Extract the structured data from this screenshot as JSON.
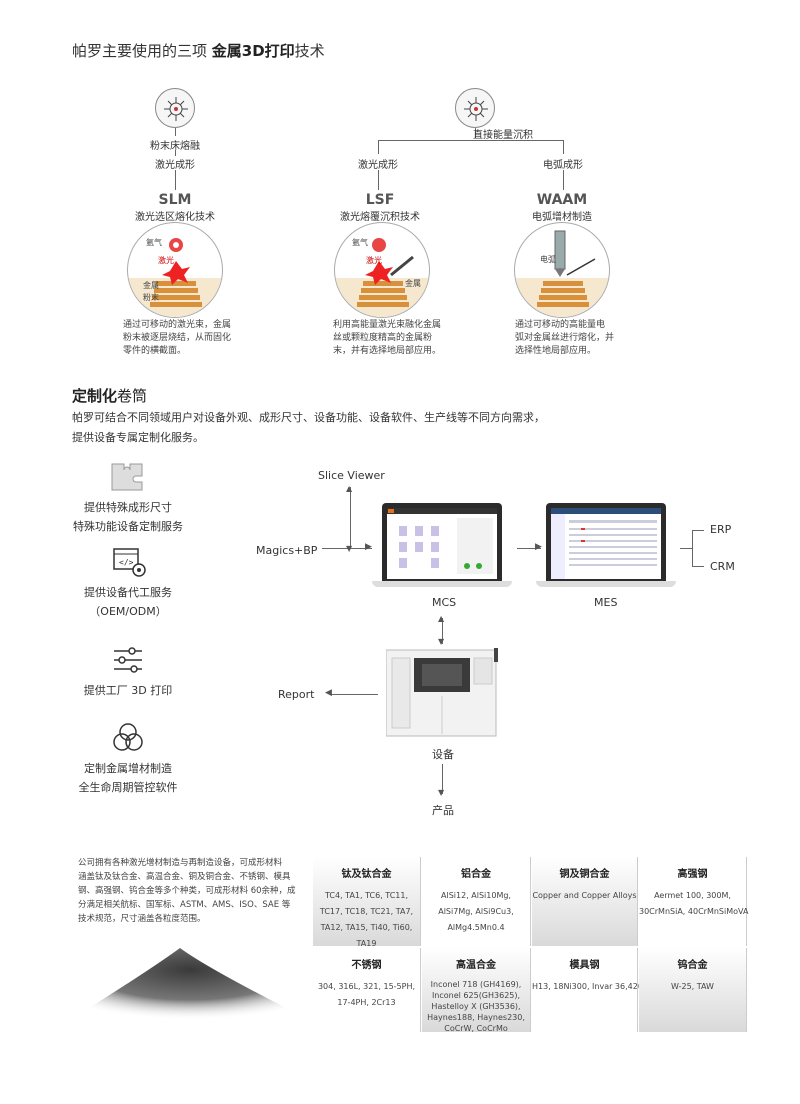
{
  "header": {
    "title_prefix": "帕罗主要使用的三项 ",
    "title_bold": "金属3D打印",
    "title_suffix": "技术"
  },
  "tree": {
    "left_top": "粉末床熔融",
    "left_mid": "激光成形",
    "right_top": "直接能量沉积",
    "right_left": "激光成形",
    "right_right": "电弧成形"
  },
  "techs": [
    {
      "code": "SLM",
      "name": "激光选区熔化技术",
      "labels": [
        "氩气",
        "激光",
        "金属\n粉末"
      ],
      "desc": "通过可移动的激光束，金属\n粉末被逐层烧结，从而固化\n零件的横截面。"
    },
    {
      "code": "LSF",
      "name": "激光熔覆沉积技术",
      "labels": [
        "氩气",
        "激光",
        "金属"
      ],
      "desc": "利用高能量激光束融化金属\n丝或颗粒度精高的金属粉\n末，并有选择地局部应用。"
    },
    {
      "code": "WAAM",
      "name": "电弧增材制造",
      "labels": [
        "电弧"
      ],
      "desc": "通过可移动的高能量电\n弧对金属丝进行熔化，并\n选择性地局部应用。"
    }
  ],
  "custom": {
    "title_bold": "定制化",
    "title_rest": "卷筒",
    "desc_line1": "帕罗可结合不同领域用户对设备外观、成形尺寸、设备功能、设备软件、生产线等不同方向需求，",
    "desc_line2": "提供设备专属定制化服务。"
  },
  "services": [
    {
      "line1": "提供特殊成形尺寸",
      "line2": "特殊功能设备定制服务",
      "icon": "puzzle-icon"
    },
    {
      "line1": "提供设备代工服务",
      "line2": "（OEM/ODM）",
      "icon": "code-gear-icon"
    },
    {
      "line1": "提供工厂 3D 打印",
      "line2": "",
      "icon": "sliders-icon"
    },
    {
      "line1": "定制金属增材制造",
      "line2": "全生命周期管控软件",
      "icon": "circles-icon"
    }
  ],
  "flow": {
    "slice_viewer": "Slice Viewer",
    "magics": "Magics+BP",
    "mcs": "MCS",
    "mes": "MES",
    "erp": "ERP",
    "crm": "CRM",
    "report": "Report",
    "device": "设备",
    "product": "产品"
  },
  "materials": {
    "intro": "公司拥有各种激光增材制造与再制造设备，可成形材料\n涵盖钛及钛合金、高温合金、铜及铜合金、不锈钢、模具\n钢、高强钢、钨合金等多个种类，可成形材料 60余种，成\n分满足相关航标、国军标、ASTM、AMS、ISO、SAE 等\n技术规范，尺寸涵盖各粒度范围。",
    "cells": [
      {
        "title": "钛及钛合金",
        "items": "TC4, TA1, TC6, TC11,\nTC17, TC18, TC21, TA7,\nTA12, TA15, Ti40, Ti60,\nTA19",
        "shade": true
      },
      {
        "title": "铝合金",
        "items": "AlSi12, AlSi10Mg,\nAlSi7Mg, AlSi9Cu3,\nAlMg4.5Mn0.4",
        "shade": false
      },
      {
        "title": "铜及铜合金",
        "items": "Copper and Copper Alloys",
        "shade": true
      },
      {
        "title": "高强钢",
        "items": "Aermet 100, 300M,\n30CrMnSiA, 40CrMnSiMoVA",
        "shade": false
      },
      {
        "title": "不锈钢",
        "items": "304, 316L, 321, 15-5PH,\n17-4PH, 2Cr13",
        "shade": false
      },
      {
        "title": "高温合金",
        "items": "Inconel 718 (GH4169),\nInconel 625(GH3625),\nHastelloy X (GH3536),\nHaynes188, Haynes230,\nCoCrW, CoCrMo",
        "shade": true
      },
      {
        "title": "模具钢",
        "items": "H13, 18Ni300, Invar 36,420",
        "shade": false
      },
      {
        "title": "钨合金",
        "items": "W-25, TAW",
        "shade": true
      }
    ]
  }
}
